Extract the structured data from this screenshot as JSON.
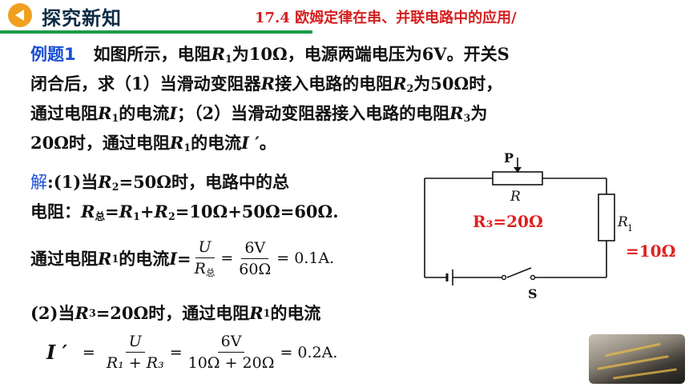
{
  "header": {
    "section": "探究新知",
    "title": "17.4 欧姆定律在串、并联电路中的应用/"
  },
  "problem": {
    "label": "例题1",
    "line1": {
      "a": "如图所示，电阻",
      "r1": "R",
      "r1_sub": "1",
      "b": "为10Ω，电源两端电压为6V。开关S"
    },
    "line2": {
      "a": "闭合后，求（1）当滑动变阻器",
      "r": "R",
      "b": "接入电路的电阻",
      "r2": "R",
      "r2_sub": "2",
      "c": "为50Ω时，"
    },
    "line3": {
      "a": "通过电阻",
      "r1": "R",
      "r1_sub": "1",
      "b": "的电流",
      "i": "I",
      "c": "；（2）当滑动变阻器接入电路的电阻",
      "r3": "R",
      "r3_sub": "3",
      "d": "为"
    },
    "line4": {
      "a": "20Ω时，通过电阻",
      "r1": "R",
      "r1_sub": "1",
      "b": "的电流",
      "i": "I ′",
      "c": "。"
    }
  },
  "solution": {
    "label": "解",
    "part1": {
      "a": ":(1)当",
      "r2": "R",
      "r2_sub": "2",
      "b": "=50Ω时，电路中的总"
    },
    "part1b": {
      "a": "电阻：",
      "rz": "R",
      "rz_sub": "总",
      "b": "=",
      "r1": "R",
      "r1_sub": "1",
      "c": "+",
      "r2": "R",
      "r2_sub": "2",
      "d": "=10Ω+50Ω=60Ω."
    },
    "current1": {
      "text": "通过电阻",
      "r1": "R",
      "r1_sub": "1",
      "b": "的电流",
      "i": "I",
      "eq": "=",
      "frac1_num": "U",
      "frac1_den": "R",
      "frac1_den_sub": "总",
      "eq2": "=",
      "frac2_num": "6V",
      "frac2_den": "60Ω",
      "result": "= 0.1A."
    },
    "part2": {
      "a": "(2)当",
      "r3": "R",
      "r3_sub": "3",
      "b": "=20Ω时，通过电阻",
      "r1": "R",
      "r1_sub": "1",
      "c": "的电流"
    },
    "current2": {
      "lhs": "I ′",
      "eq": "=",
      "frac1_num": "U",
      "frac1_den": "R₁ + R₃",
      "eq2": "=",
      "frac2_num": "6V",
      "frac2_den": "10Ω + 20Ω",
      "result": "= 0.2A."
    }
  },
  "circuit": {
    "p_label": "P",
    "r_label": "R",
    "r1_label": "R",
    "r1_sub": "1",
    "s_label": "S",
    "r3_annotation": "R₃=20Ω",
    "r1_annotation": "=10Ω"
  },
  "colors": {
    "accent_blue": "#1a4fd6",
    "accent_red": "#d42020",
    "accent_green": "#1a9a4a"
  }
}
